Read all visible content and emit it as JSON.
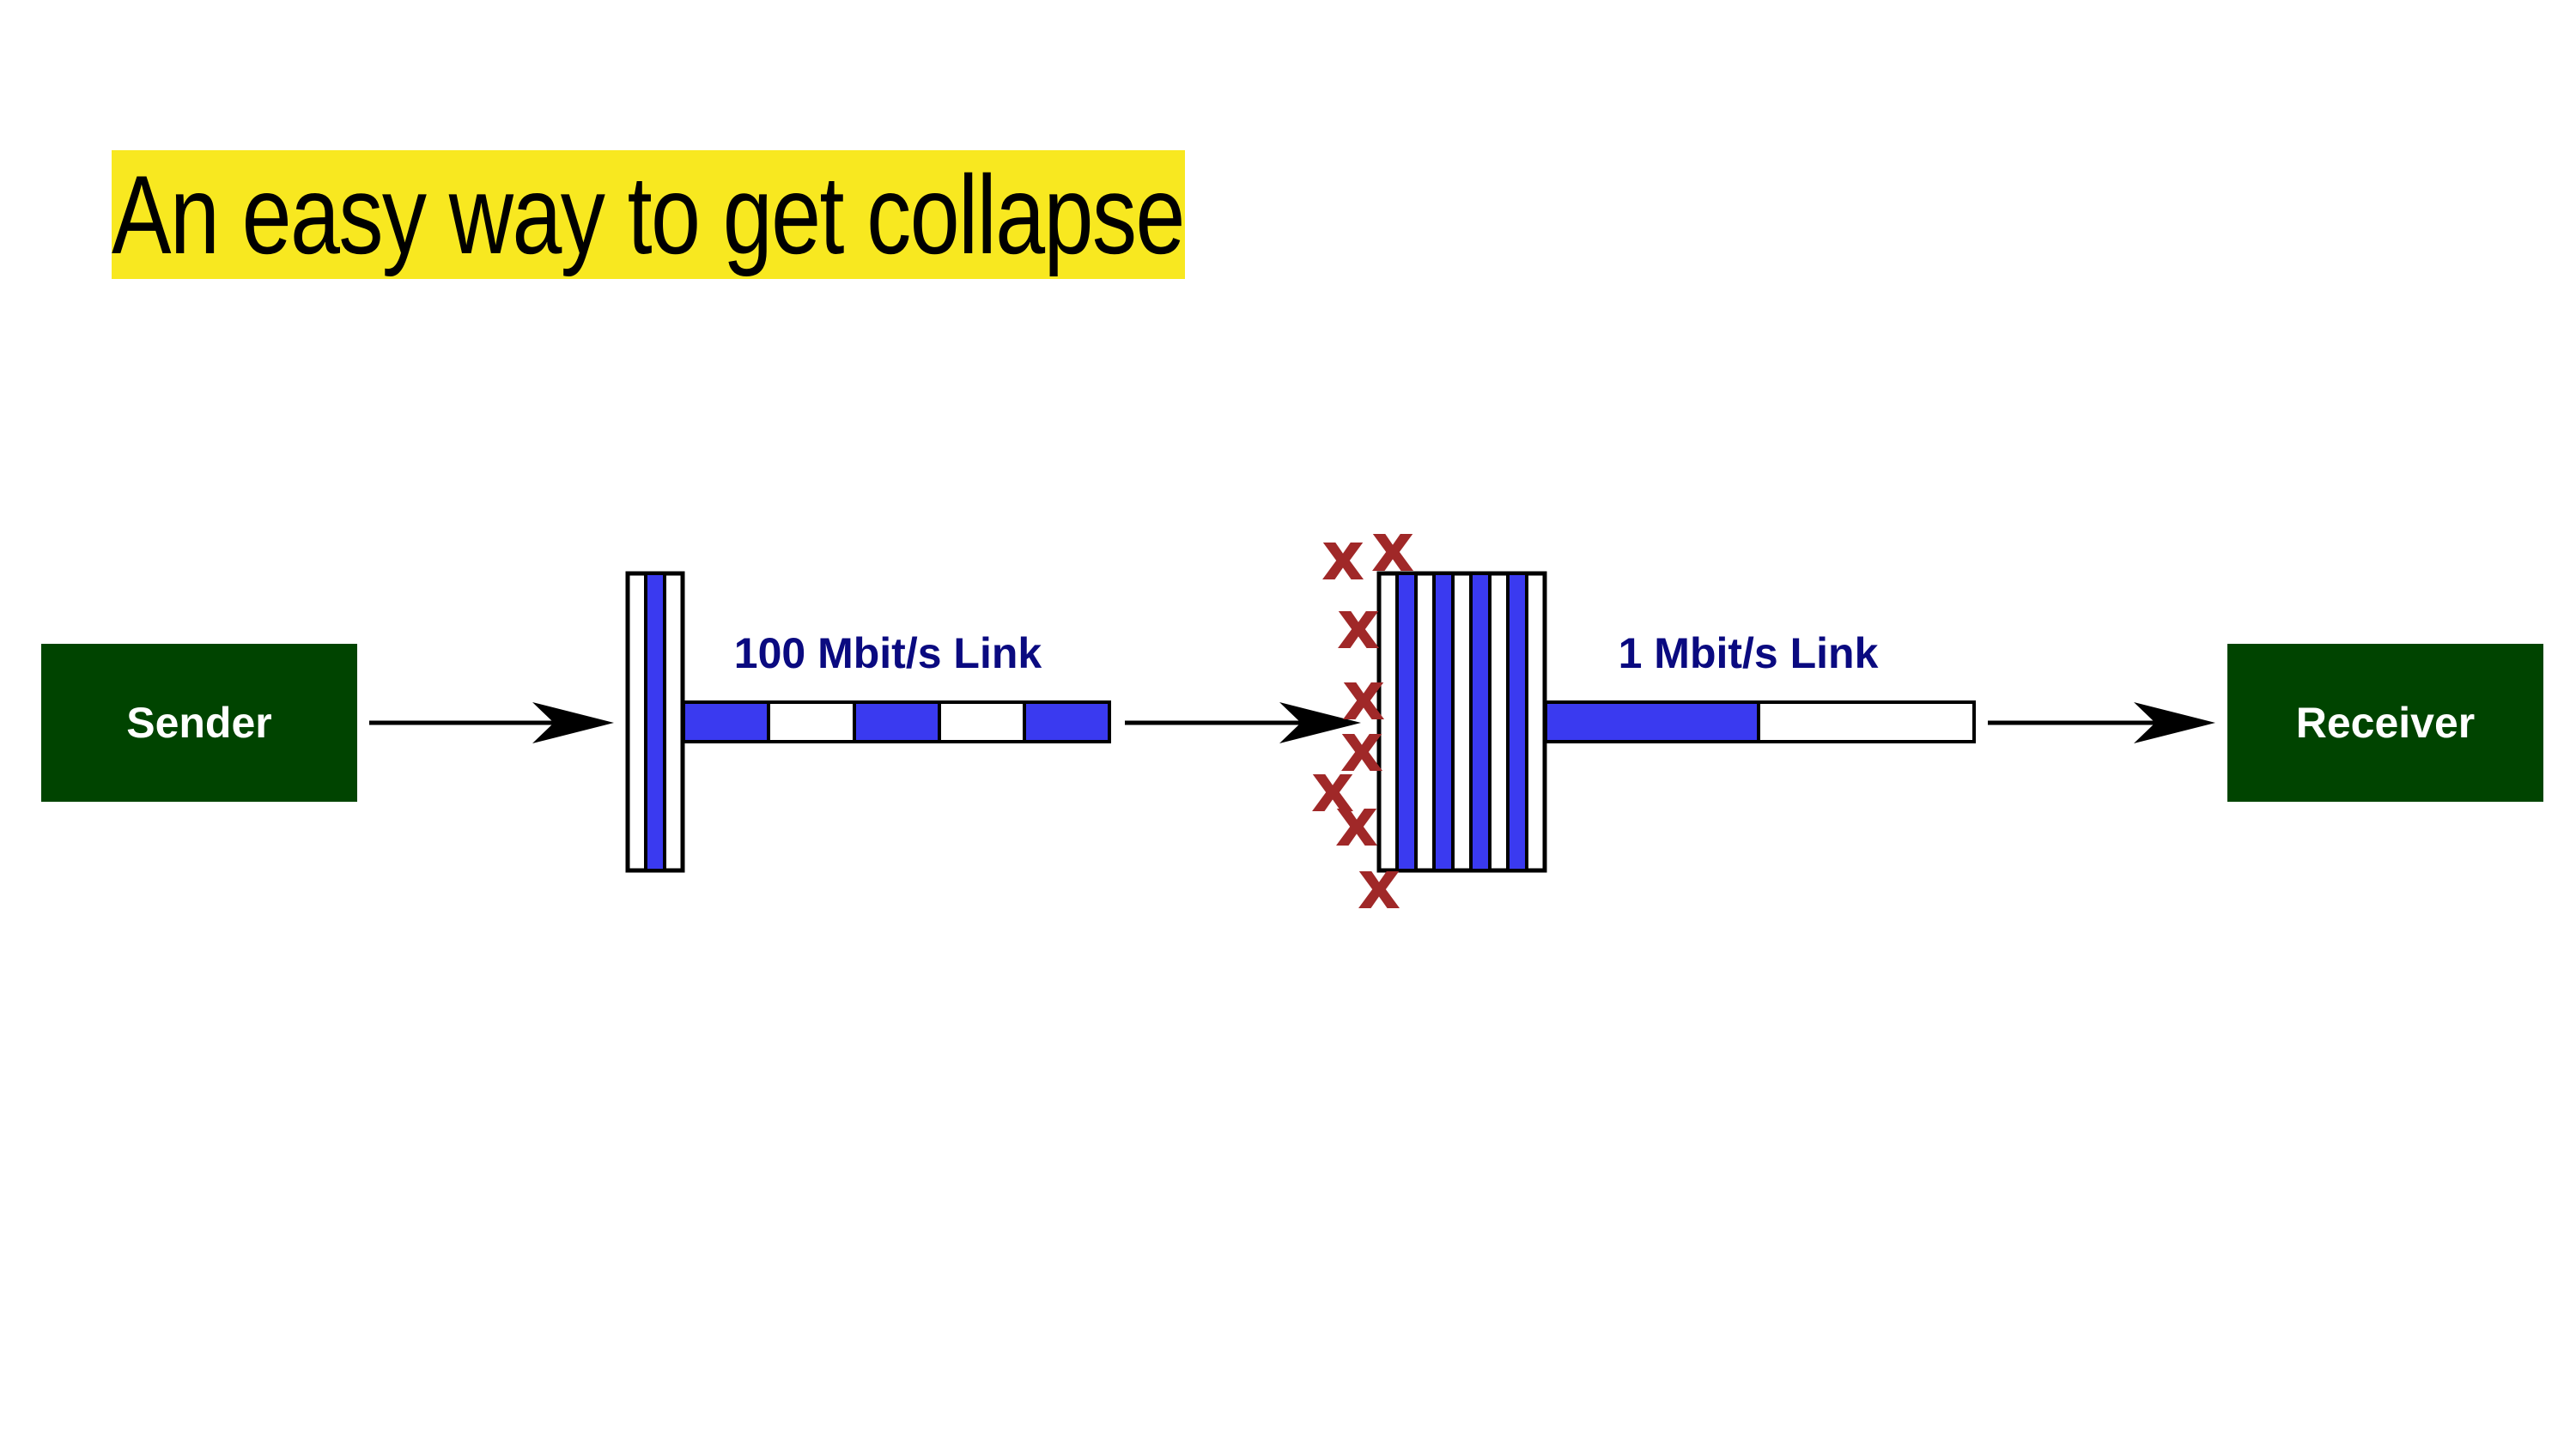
{
  "slide": {
    "title": "An easy way to get collapse"
  },
  "diagram": {
    "sender_label": "Sender",
    "receiver_label": "Receiver",
    "fast_link_label": "100 Mbit/s Link",
    "slow_link_label": "1 Mbit/s Link",
    "drop_mark": "x",
    "colors": {
      "node": "#004400",
      "packet": "#3a3af0",
      "link_label": "#0a0a80",
      "drop_mark": "#a02828",
      "title_highlight": "#f8e820"
    }
  }
}
